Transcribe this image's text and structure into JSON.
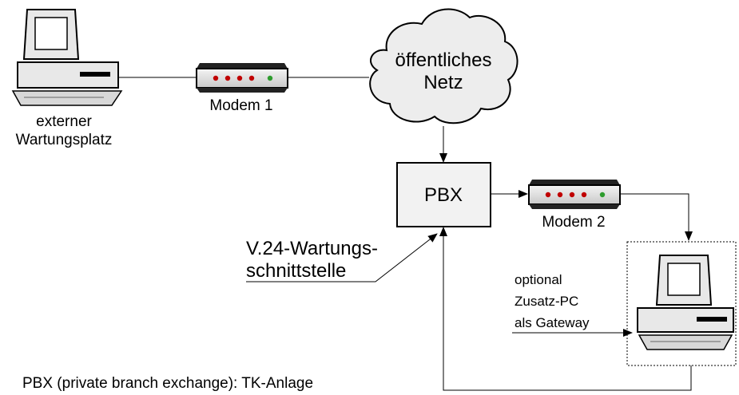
{
  "diagram": {
    "nodes": {
      "external_pc": {
        "label_lines": [
          "externer",
          "Wartungsplatz"
        ]
      },
      "modem1": {
        "label": "Modem 1"
      },
      "network": {
        "label_lines": [
          "öffentliches",
          "Netz"
        ]
      },
      "pbx": {
        "label": "PBX"
      },
      "modem2": {
        "label": "Modem 2"
      },
      "gateway_pc": {
        "label_lines": [
          "optional",
          "Zusatz-PC",
          "als Gateway"
        ]
      }
    },
    "annotations": {
      "v24_lines": [
        "V.24-Wartungs-",
        "schnittstelle"
      ]
    },
    "footnote": "PBX (private branch exchange): TK-Anlage",
    "colors": {
      "modem_led_red": "#c00000",
      "modem_led_green": "#2e9c2e",
      "pbx_fill": "#f2f2f2",
      "cloud_fill": "#ededed"
    }
  }
}
